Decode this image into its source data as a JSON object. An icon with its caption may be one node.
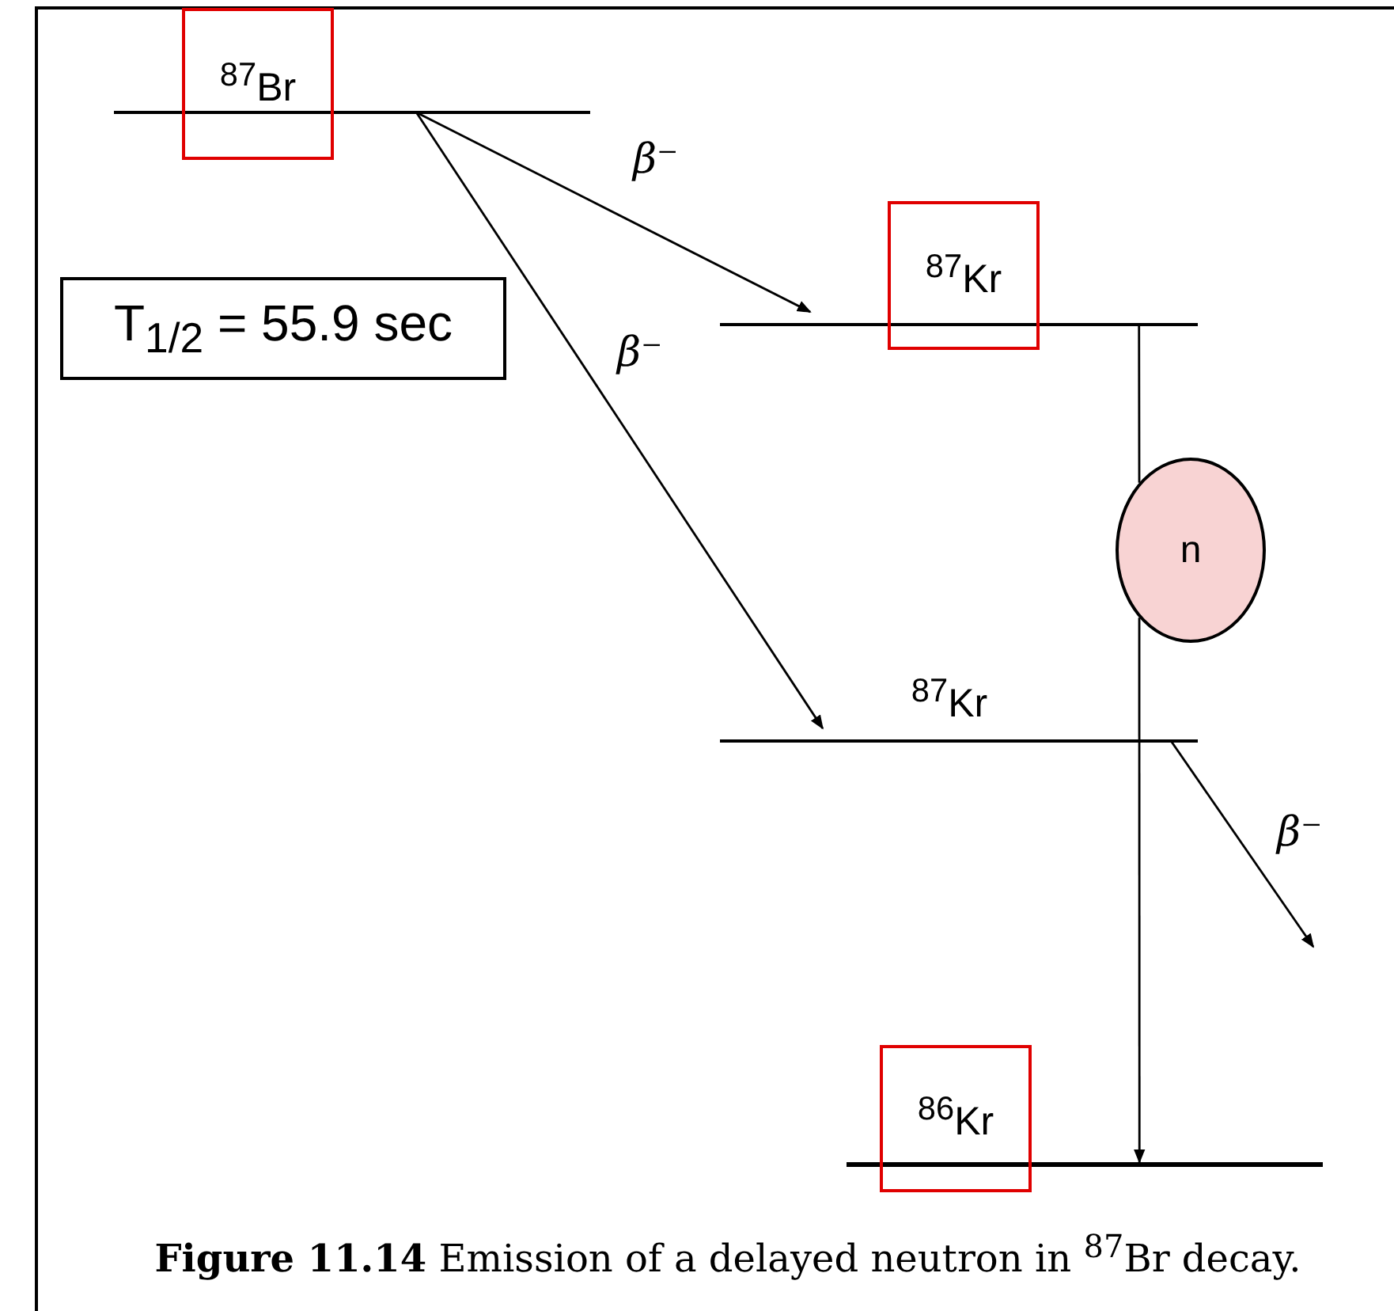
{
  "diagram": {
    "caption": "**Figure 11.14** Emission of a delayed neutron in $^{87}$Br decay.",
    "nodes": [
      {
        "text": [
          "$^{87}$Br"
        ]
      },
      {
        "text": [
          "$^{87}$Kr"
        ]
      },
      {
        "text": [
          "$^{87}$Kr"
        ]
      },
      {
        "text": [
          "$^{86}$Kr"
        ]
      },
      {
        "text": [
          "n"
        ]
      },
      {
        "text": [
          "T$_{1/2}$ = 55.9 sec"
        ]
      }
    ],
    "edges": [
      {
        "from": 0,
        "to": 1,
        "arrow": "to",
        "label": "β⁻"
      },
      {
        "from": 0,
        "to": 2,
        "arrow": "to",
        "label": "β⁻"
      },
      {
        "from": 1,
        "to": 4,
        "arrow": "none"
      },
      {
        "from": 4,
        "to": 3,
        "arrow": "to"
      },
      {
        "from": 2,
        "to": null,
        "arrow": "to",
        "label": "β⁻"
      }
    ]
  }
}
